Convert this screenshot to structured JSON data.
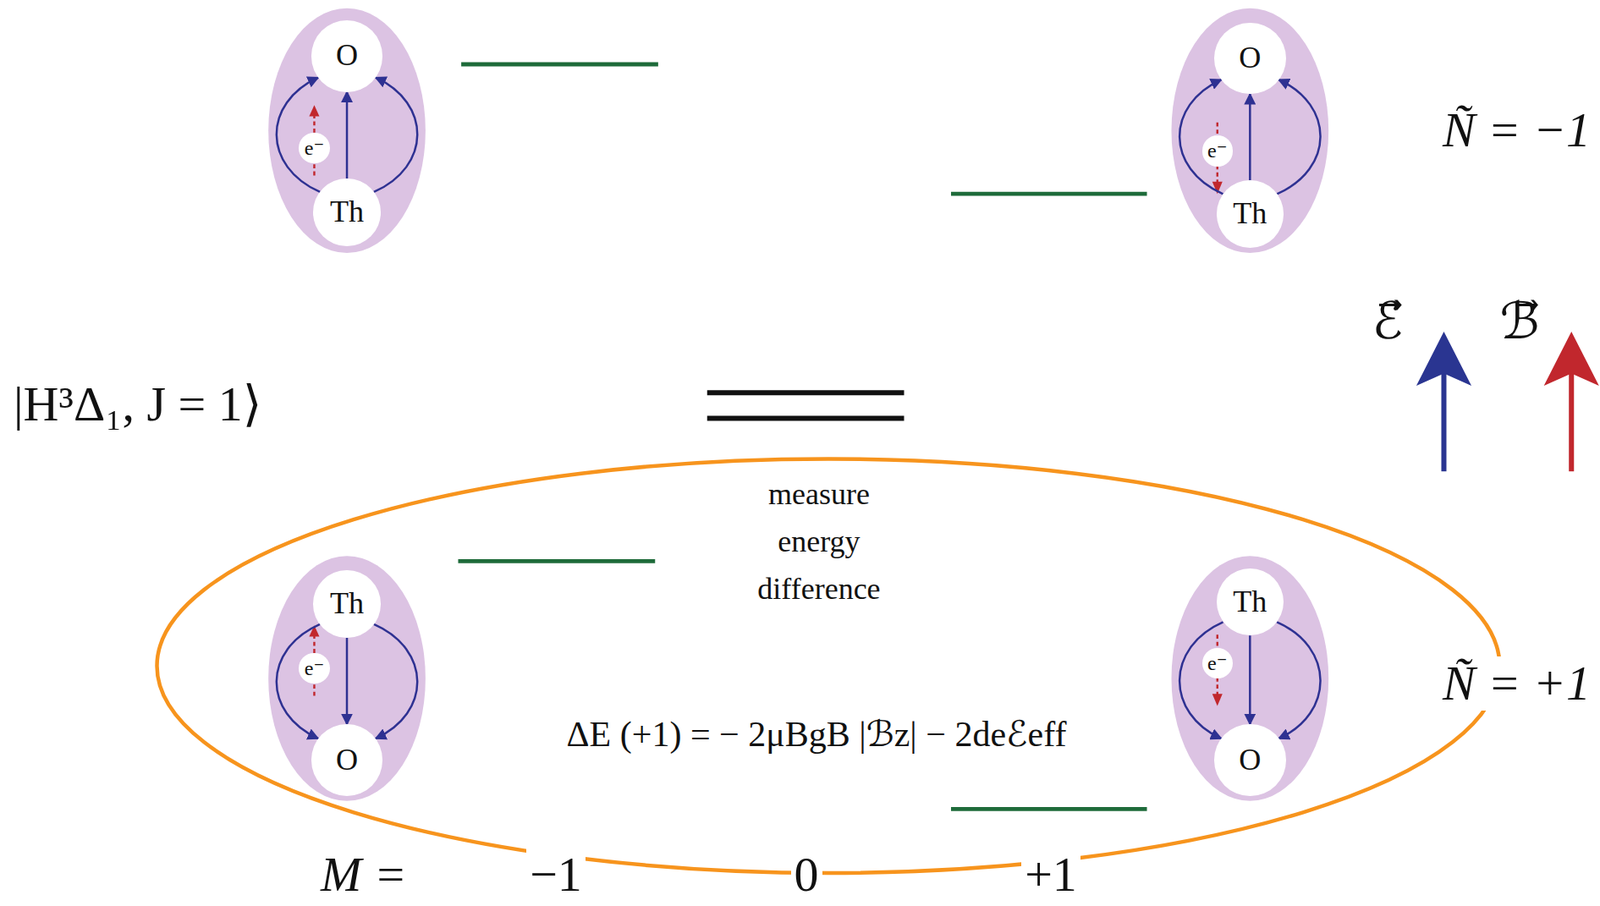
{
  "diagram": {
    "nodes": [
      {
        "text": [
          "O"
        ]
      },
      {
        "text": [
          "e⁻"
        ]
      },
      {
        "text": [
          "Th"
        ]
      },
      {
        "text": [
          "O"
        ]
      },
      {
        "text": [
          "e⁻"
        ]
      },
      {
        "text": [
          "Th"
        ]
      },
      {
        "text": [
          "measure energy difference",
          "ΔE (+1) = − 2μBgB |ℬz| − 2deℰeff"
        ]
      },
      {
        "text": [
          "Th"
        ],
        "in": 6
      },
      {
        "text": [
          "e⁻"
        ],
        "in": 6
      },
      {
        "text": [
          "O"
        ],
        "in": 6
      },
      {
        "text": [
          "Th"
        ],
        "in": 6
      },
      {
        "text": [
          "e⁻"
        ],
        "in": 6
      },
      {
        "text": [
          "O"
        ],
        "in": 6
      }
    ],
    "edges": [
      {
        "from": 2,
        "to": 0,
        "arrow": "to"
      },
      {
        "from": 2,
        "to": 0,
        "arrow": "to"
      },
      {
        "from": 2,
        "to": 0,
        "arrow": "to"
      },
      {
        "from": 5,
        "to": 3,
        "arrow": "to"
      },
      {
        "from": 5,
        "to": 3,
        "arrow": "to"
      },
      {
        "from": 5,
        "to": 3,
        "arrow": "to"
      },
      {
        "from": 7,
        "to": 9,
        "arrow": "to"
      },
      {
        "from": 7,
        "to": 9,
        "arrow": "to"
      },
      {
        "from": 7,
        "to": 9,
        "arrow": "to"
      },
      {
        "from": 10,
        "to": 12,
        "arrow": "to"
      },
      {
        "from": 10,
        "to": 12,
        "arrow": "to"
      },
      {
        "from": 10,
        "to": 12,
        "arrow": "to"
      }
    ],
    "labels": [
      "Ñ = −1",
      "ℰ⃗",
      "ℬ⃗",
      "|H³Δ₁, J = 1⟩",
      "Ñ = +1",
      "M =",
      "−1",
      "0",
      "+1"
    ]
  }
}
